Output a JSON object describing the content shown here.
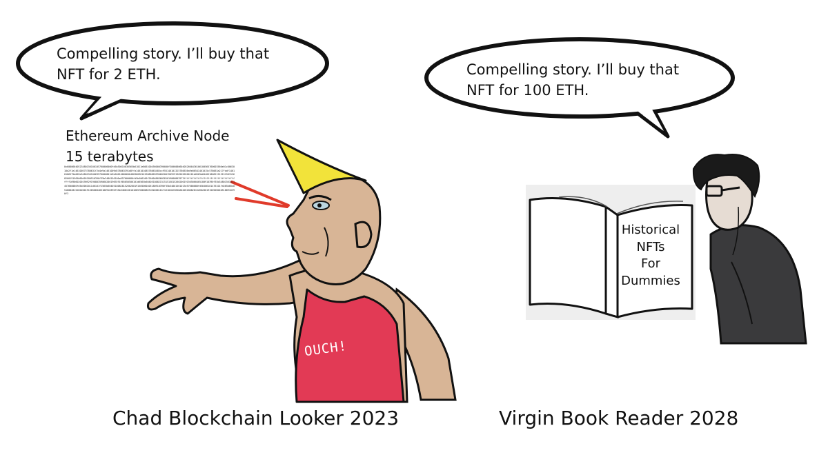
{
  "left_panel": {
    "speech": {
      "line1": "Compelling story. I’ll buy that",
      "line2": "NFT for 2 ETH."
    },
    "archive": {
      "title": "Ethereum Archive Node",
      "size": "15 terabytes",
      "hex_dump": "0x60806040523480156100105760006000fd5b50610036565b61021e806100456000396000f3006080604052600436106100565760003560e01c8063010d2f1e146100575780631f2d4e9a1461009d578063391d8ffa14610108578063485cc955146101325780636a9e06541461015c578063a217fddf14610186575b005b34801561006357600080fd5b50610086600480360381019080803590602001909291905050506101b0565b604051808215151515815260200191505060405180910390f35b3480156100a957600080fd5b506100f2600480360381019080803573ffffffffffffffffffffffffffffffffffffffff169060200190929190803590602001909291905050506101d6565b604051808215151515815260200191505060405180910390f35b34801561011457600080fd5b5061011d6101f2565b6040518082815260200191505060405180910390f35b34801561013e57600080fd5b506101476101fa565b6040518082815260200191505060405180910390f35b34801561016857600080fd5b50610171610202565b6040518082815260200191505060405180910390f3"
    },
    "shirt_text": "OUCH!",
    "caption": "Chad Blockchain Looker 2023"
  },
  "right_panel": {
    "speech": {
      "line1": "Compelling story. I’ll buy that",
      "line2": "NFT for 100 ETH."
    },
    "book_title": [
      "Historical",
      "NFTs",
      "For",
      "Dummies"
    ],
    "caption": "Virgin Book Reader 2028"
  },
  "colors": {
    "ink": "#111111",
    "hat_yellow": "#f2e33a",
    "skin": "#d8b596",
    "shirt_red": "#e23a55",
    "ray_red": "#e03a2a",
    "hoodie": "#3a3a3c",
    "book_bg": "#eeeeee"
  }
}
